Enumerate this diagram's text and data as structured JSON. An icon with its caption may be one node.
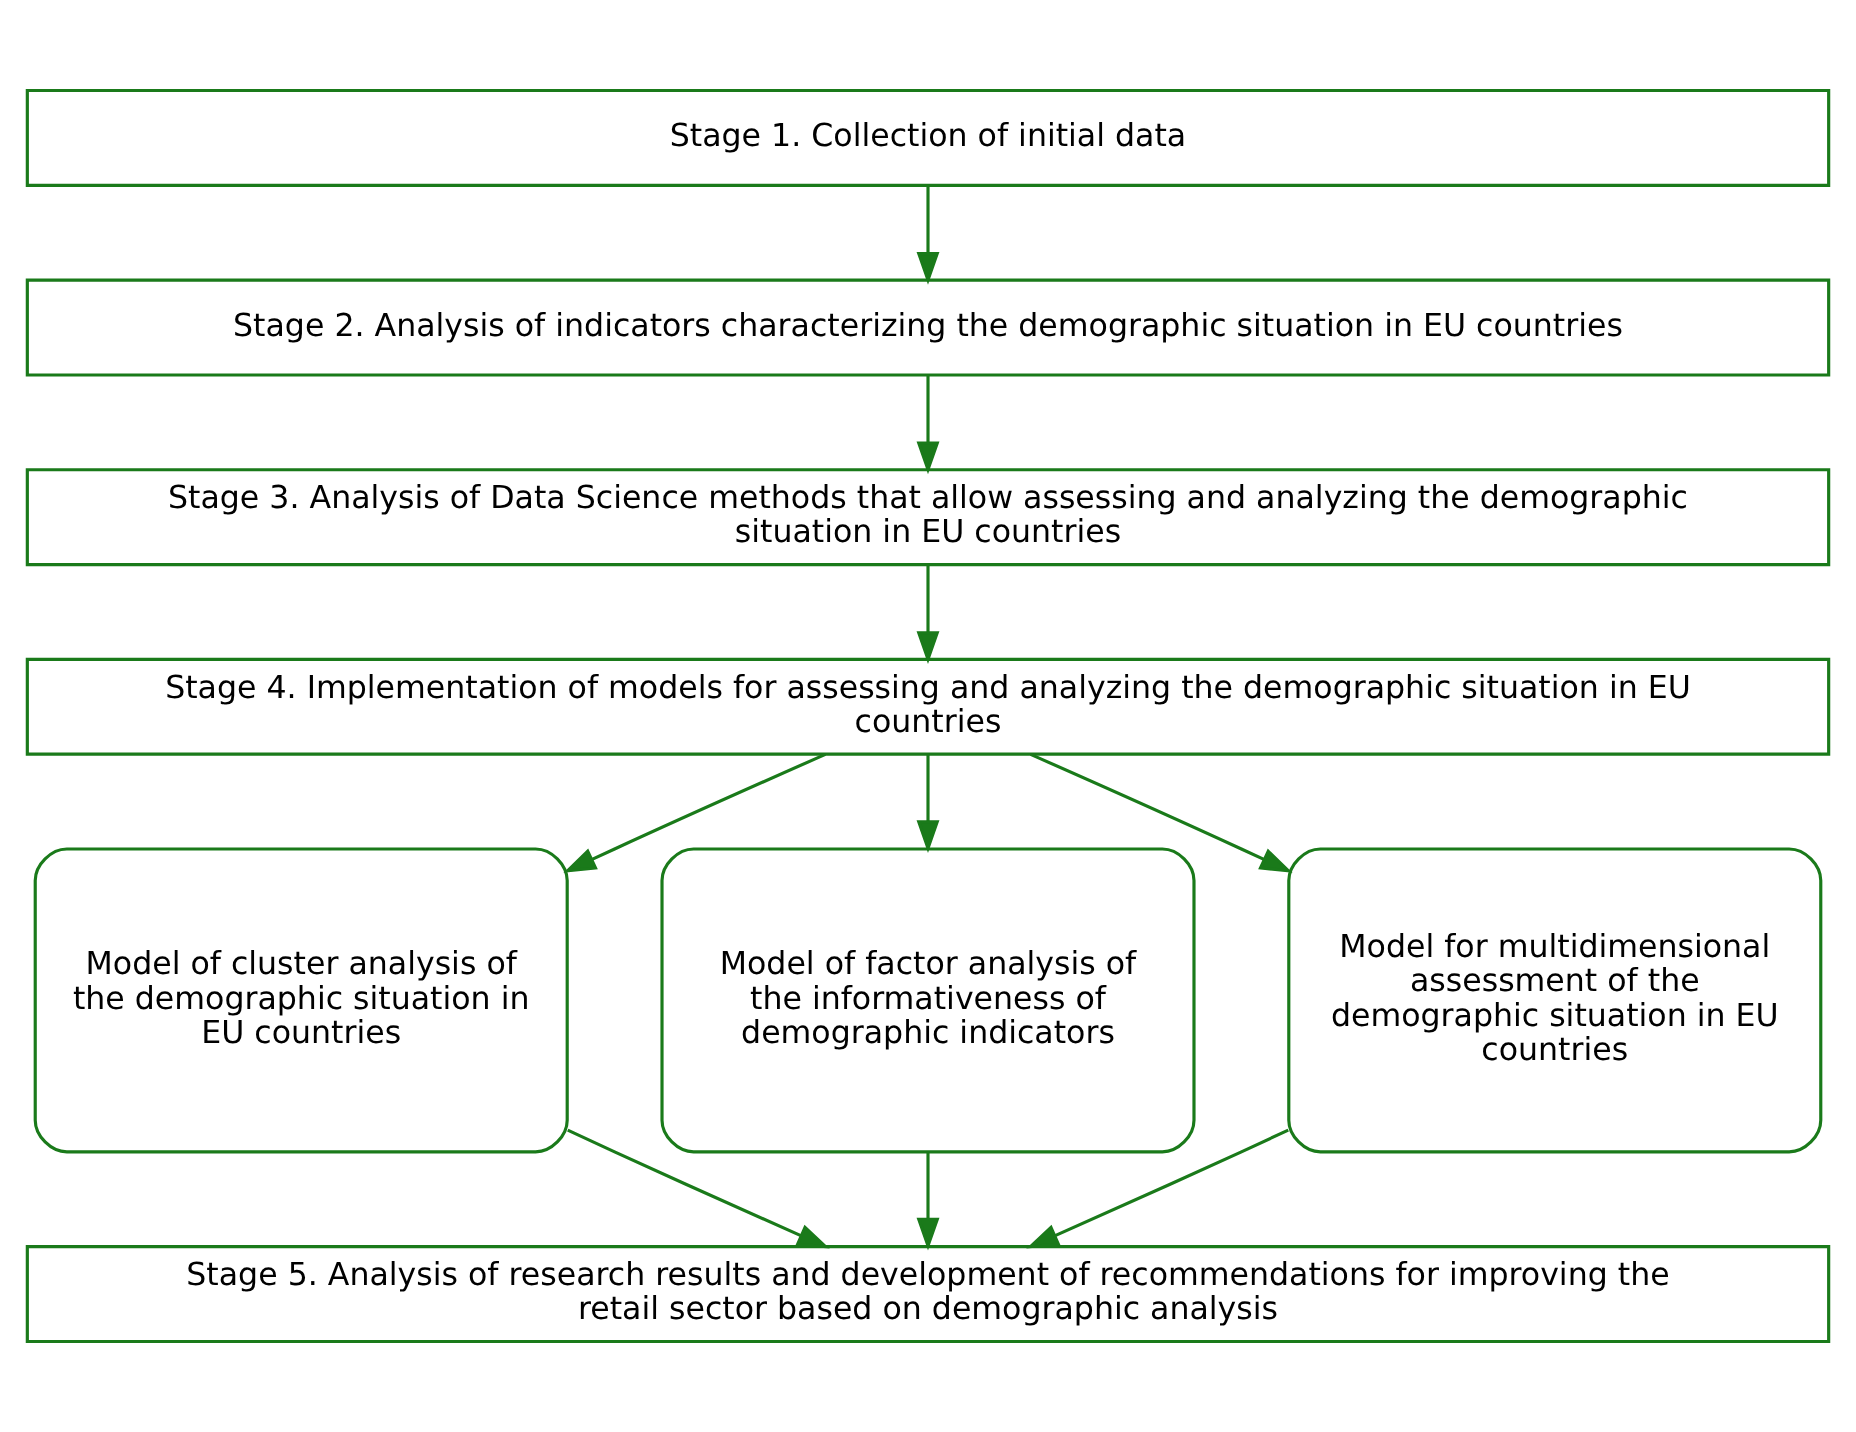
{
  "diagram": {
    "nodes": [
      {
        "text": [
          "Stage 1. Collection of initial data"
        ]
      },
      {
        "text": [
          "Stage 2. Analysis of indicators characterizing the demographic situation in EU countries"
        ]
      },
      {
        "text": [
          "Stage 3. Analysis of Data Science methods that allow assessing and analyzing the demographic situation in EU countries"
        ]
      },
      {
        "text": [
          "Stage 4. Implementation of models for assessing and analyzing the demographic situation in EU countries"
        ]
      },
      {
        "text": [
          "Model of cluster analysis of the demographic situation in EU countries"
        ]
      },
      {
        "text": [
          "Model of factor analysis of the informativeness of demographic indicators"
        ]
      },
      {
        "text": [
          "Model for multidimensional assessment of the demographic situation in EU countries"
        ]
      },
      {
        "text": [
          "Stage 5. Analysis of research results and development of recommendations for improving the retail sector based on demographic analysis"
        ]
      }
    ],
    "edges": [
      {
        "from": 0,
        "to": 1,
        "arrow": "to"
      },
      {
        "from": 1,
        "to": 2,
        "arrow": "to"
      },
      {
        "from": 2,
        "to": 3,
        "arrow": "to"
      },
      {
        "from": 3,
        "to": 4,
        "arrow": "to"
      },
      {
        "from": 3,
        "to": 5,
        "arrow": "to"
      },
      {
        "from": 3,
        "to": 6,
        "arrow": "to"
      },
      {
        "from": 4,
        "to": 7,
        "arrow": "to"
      },
      {
        "from": 5,
        "to": 7,
        "arrow": "to"
      },
      {
        "from": 6,
        "to": 7,
        "arrow": "to"
      }
    ]
  }
}
